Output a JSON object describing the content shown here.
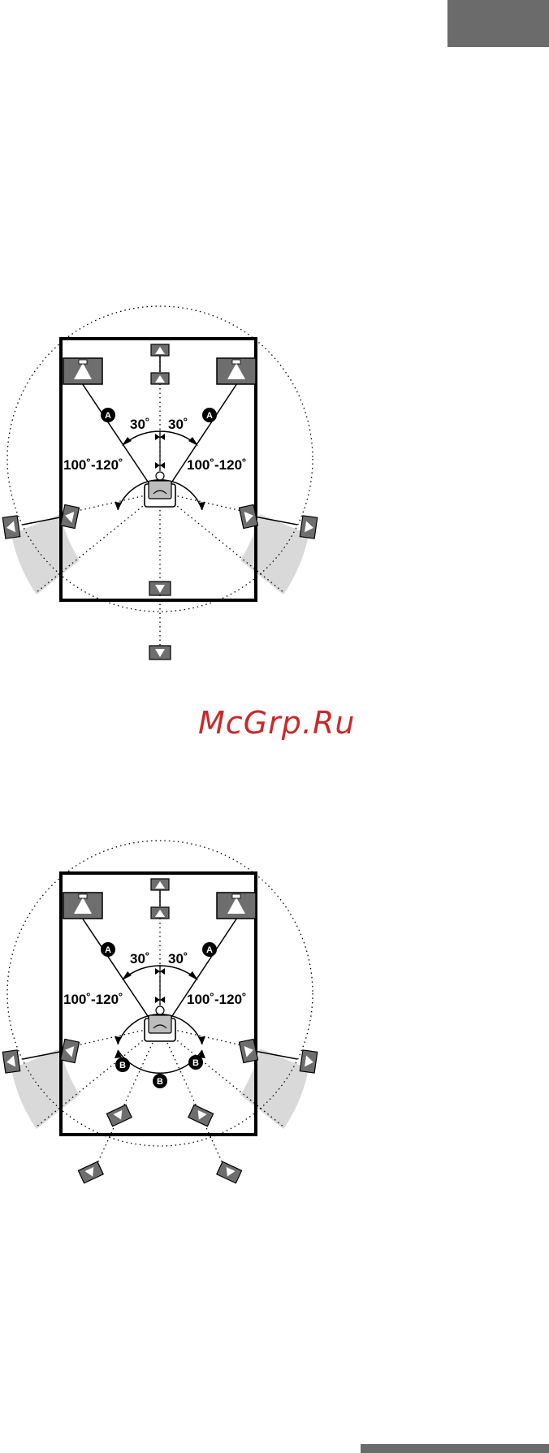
{
  "watermark": "McGrp.Ru",
  "diagram_1": {
    "angle_front_left": "30˚",
    "angle_front_right": "30˚",
    "angle_surround_left": "100˚-120˚",
    "angle_surround_right": "100˚-120˚",
    "marker_a": "A"
  },
  "diagram_2": {
    "angle_front_left": "30˚",
    "angle_front_right": "30˚",
    "angle_surround_left": "100˚-120˚",
    "angle_surround_right": "100˚-120˚",
    "marker_a": "A",
    "marker_b": "B"
  },
  "colors": {
    "speaker_fill": "#6e6e6e",
    "zone_fill": "#d9d9d9",
    "tab_fill": "#6b6b6b",
    "watermark": "#c82a2a"
  }
}
